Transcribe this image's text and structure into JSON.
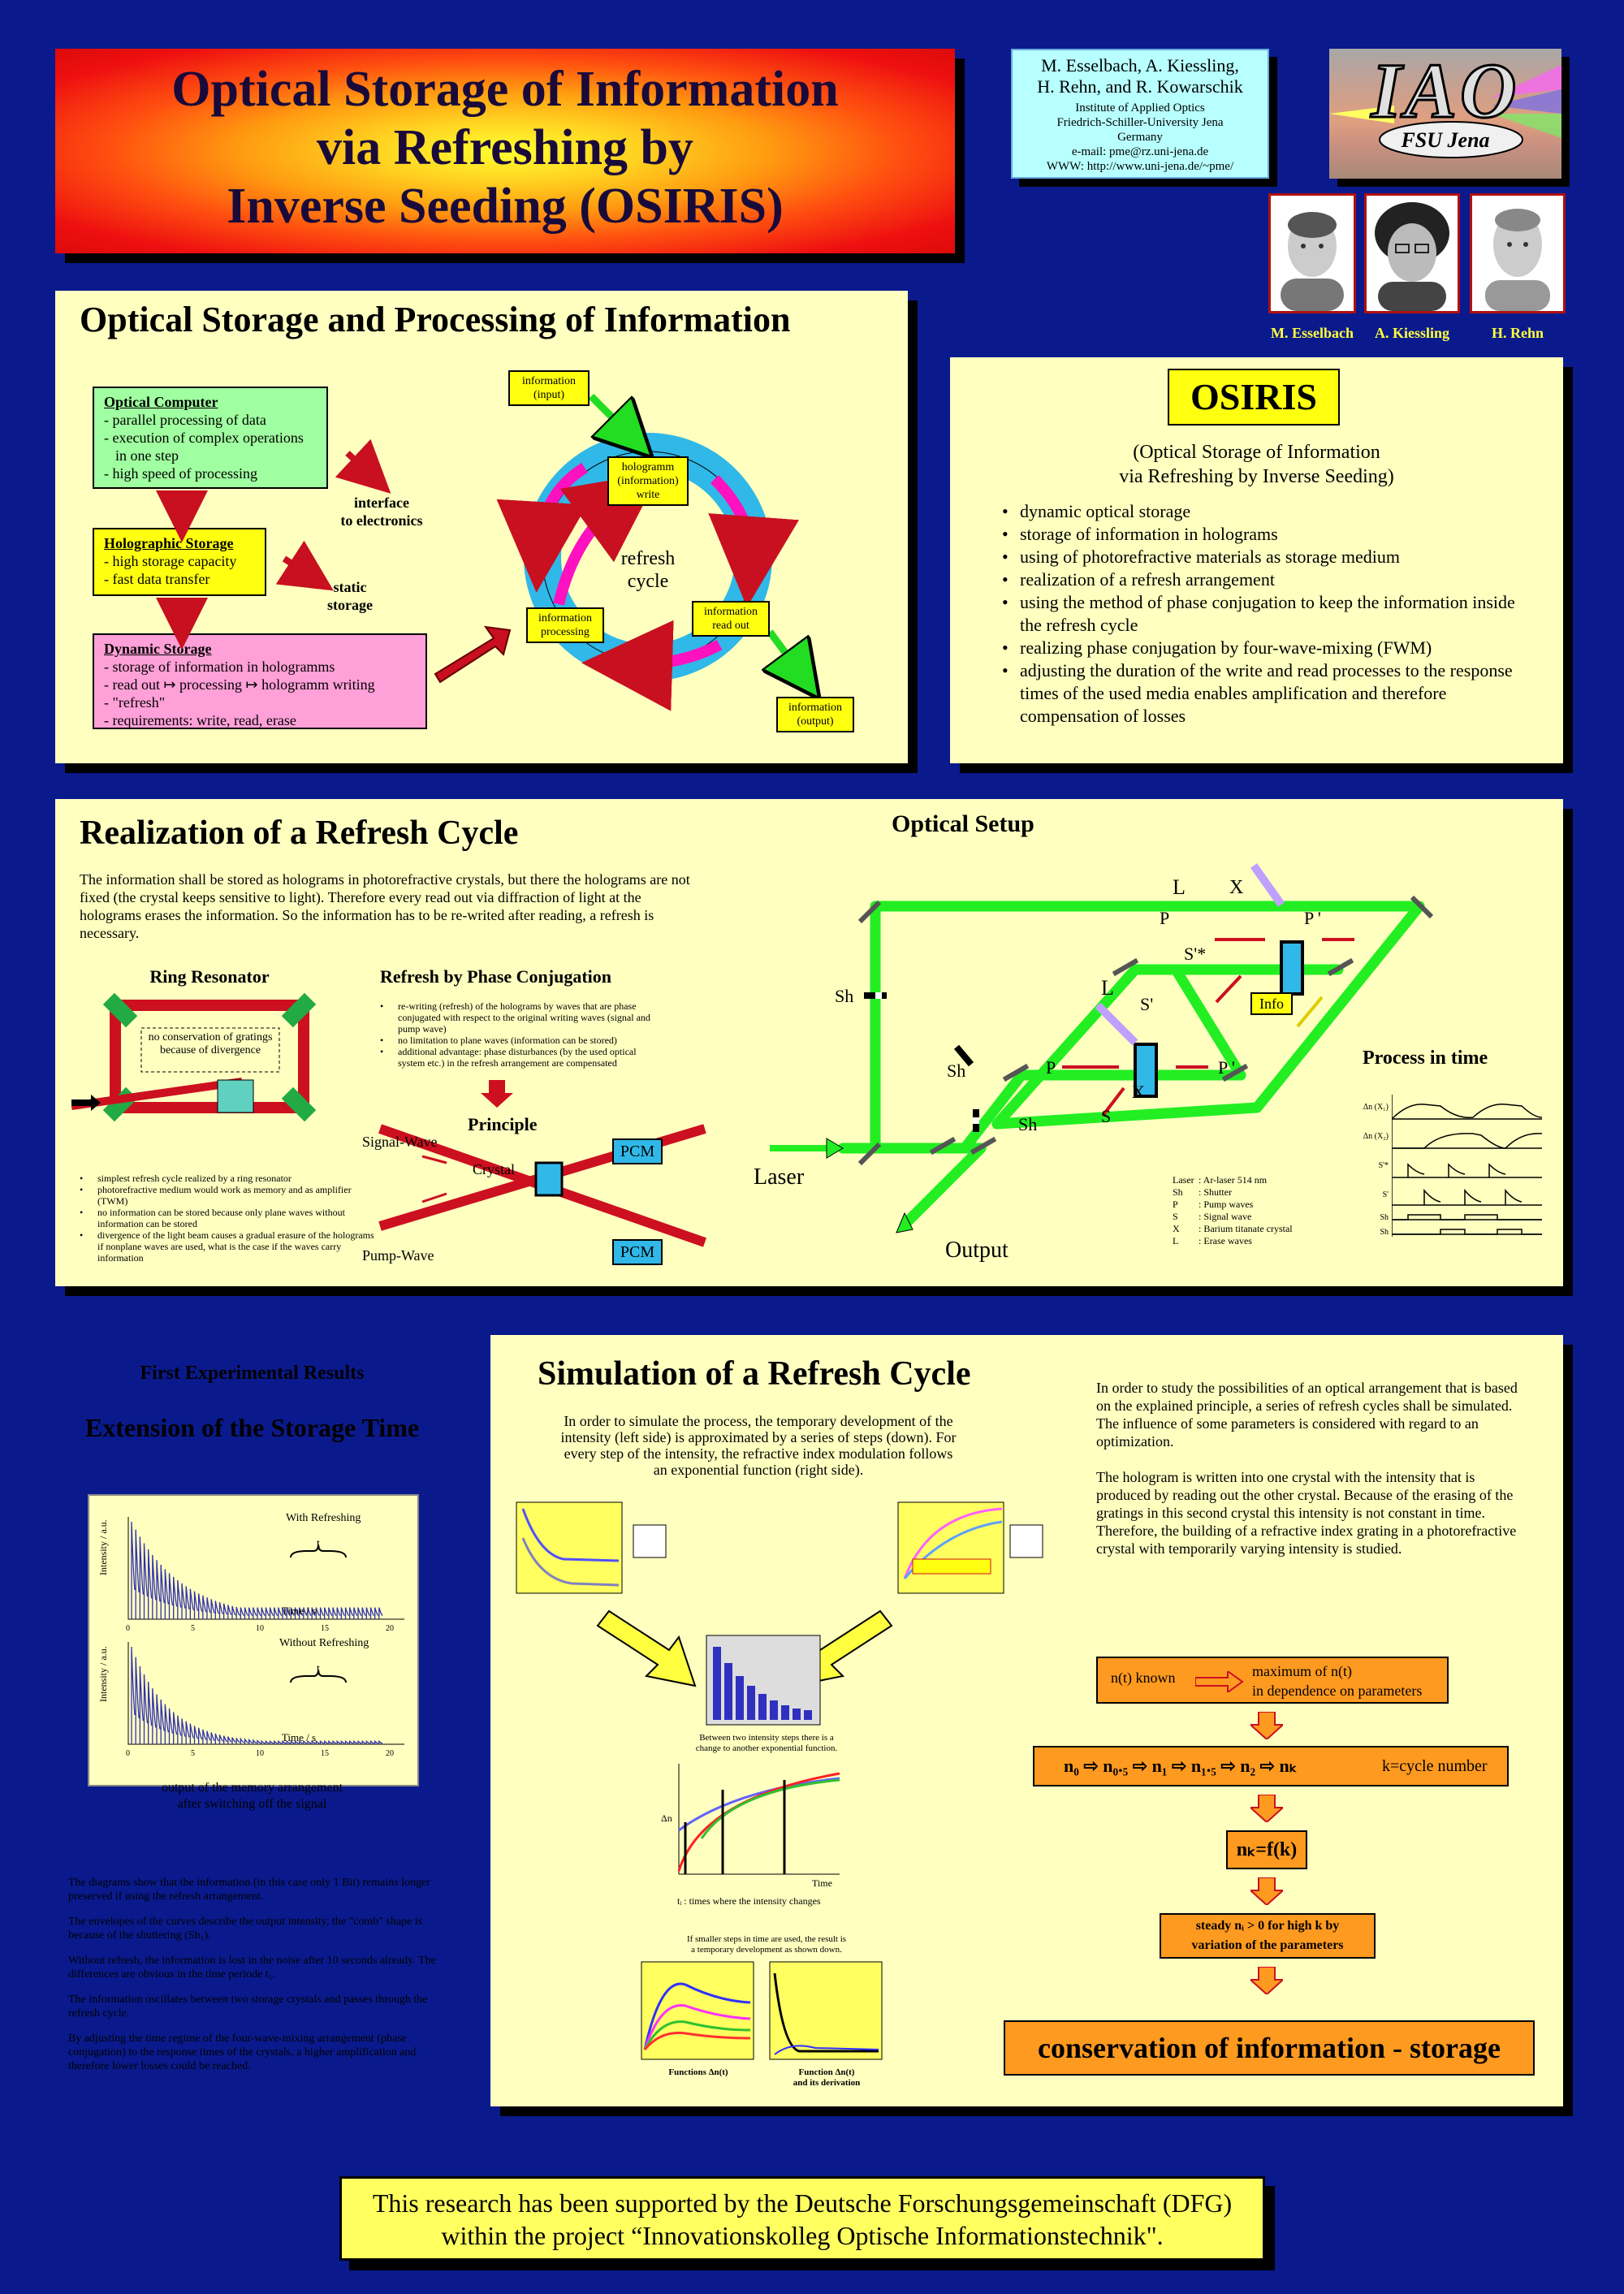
{
  "title": {
    "line1": "Optical Storage of Information",
    "line2": "via Refreshing by",
    "line3": "Inverse Seeding (OSIRIS)"
  },
  "authors": {
    "names1": "M. Esselbach, A. Kiessling,",
    "names2": "H. Rehn, and R. Kowarschik",
    "inst1": "Institute of Applied Optics",
    "inst2": "Friedrich-Schiller-University Jena",
    "inst3": "Germany",
    "email": "e-mail: pme@rz.uni-jena.de",
    "www": "WWW: http://www.uni-jena.de/~pme/"
  },
  "logo": {
    "text": "IAO",
    "sub": "FSU Jena"
  },
  "photos": {
    "p1": "M. Esselbach",
    "p2": "A. Kiessling",
    "p3": "H. Rehn"
  },
  "section1": {
    "heading": "Optical Storage and Processing of Information",
    "optical_computer": {
      "title": "Optical Computer",
      "items": [
        "- parallel processing of data",
        "- execution of complex operations",
        "  in one step",
        "- high speed of processing"
      ]
    },
    "holographic_storage": {
      "title": "Holographic Storage",
      "items": [
        "- high storage capacity",
        "- fast data transfer"
      ]
    },
    "dynamic_storage": {
      "title": "Dynamic Storage",
      "items": [
        "- storage of information in hologramms",
        "- read out  ↦ processing  ↦ hologramm writing",
        "- \"refresh\"",
        "- requirements: write, read, erase"
      ]
    },
    "interface": "interface\nto electronics",
    "static": "static\nstorage",
    "cycle": {
      "center": "refresh\ncycle",
      "input": "information\n(input)",
      "write": "hologramm\n(information)\nwrite",
      "processing": "information\nprocessing",
      "readout": "information\nread out",
      "output": "information\n(output)"
    }
  },
  "osiris": {
    "title": "OSIRIS",
    "subtitle1": "(Optical Storage of Information",
    "subtitle2": "via Refreshing by Inverse Seeding)",
    "bullets": [
      "dynamic optical storage",
      "storage of information in holograms",
      "using of photorefractive materials as storage medium",
      "realization of a refresh arrangement",
      "using the method of phase conjugation to keep the information inside the refresh cycle",
      "realizing phase conjugation by four-wave-mixing (FWM)",
      "adjusting the duration of the write and read processes to the response times of the used media enables amplification and therefore compensation of losses"
    ]
  },
  "section2": {
    "heading": "Realization of a Refresh Cycle",
    "intro": "The information shall be stored as holograms in photorefractive crystals, but there the holograms are not fixed (the crystal keeps sensitive to light). Therefore every read out via diffraction of light at the holograms erases the information. So the information has to be re-writed after reading, a refresh is necessary.",
    "ring": {
      "heading": "Ring Resonator",
      "note": "no conservation of gratings\nbecause of divergence",
      "bullets": [
        "simplest refresh cycle realized by a ring resonator",
        "photorefractive medium would work as memory and as amplifier (TWM)",
        "no information can be stored because only plane waves without information can be stored",
        "divergence of the light beam causes a gradual erasure of the holograms if nonplane waves are used, what is the case if the waves carry information"
      ]
    },
    "pc": {
      "heading": "Refresh by Phase Conjugation",
      "bullets": [
        "re-writing (refresh) of the holograms by waves that are phase conjugated with respect to the original writing waves (signal and pump wave)",
        "no limitation to plane waves (information can be stored)",
        "additional advantage:  phase disturbances (by the used optical system etc.) in the refresh arrangement are compensated"
      ],
      "principle": "Principle",
      "signal": "Signal-Wave",
      "pump": "Pump-Wave",
      "crystal": "Crystal",
      "pcm": "PCM"
    },
    "setup": {
      "heading": "Optical Setup",
      "laser": "Laser",
      "output": "Output",
      "info": "Info",
      "L": "L",
      "X": "X",
      "P": "P",
      "Pp": "P '",
      "Sstar": "S'*",
      "Sp": "S'",
      "S": "S",
      "Sh": "Sh",
      "legend": [
        [
          "Laser",
          ": Ar-laser 514 nm"
        ],
        [
          "Sh",
          ": Shutter"
        ],
        [
          "P",
          ": Pump waves"
        ],
        [
          "S",
          ": Signal wave"
        ],
        [
          "X",
          ": Barium titanate crystal"
        ],
        [
          "L",
          ": Erase waves"
        ]
      ]
    },
    "process": {
      "heading": "Process in time",
      "labels": [
        "Δn (X₁)",
        "Δn (X₂)",
        "S'*",
        "S'",
        "Sh",
        "Sh"
      ]
    }
  },
  "section3": {
    "heading1": "First Experimental Results",
    "heading2": "Extension of the Storage Time",
    "chart_with": "With Refreshing",
    "chart_without": "Without Refreshing",
    "t_label": "t",
    "ylabel": "Intensity / a.u.",
    "xlabel": "Time / s",
    "xticks": [
      "0",
      "5",
      "10",
      "15",
      "20"
    ],
    "caption": "output of the memory arrangement\nafter switching off the signal",
    "paras": [
      "The diagrams  show that the information (in this case only 1 Bit) remains longer preserved if using the refresh arrangement.",
      "The envelopes of the curves describe the output intensity, the \"comb\" shape is because of the shuttering (Sh₁).",
      "Without refresh, the information is lost in the noise after 10 seconds already. The differences are obvious in the time periode t₁.",
      "The information oscillates between two storage crystals and passes through the refresh cycle.",
      "By adjusting the time regime of the four-wave-mixing arrangement (phase conjugation) to the response times of the crystals, a higher amplification and therefore lower losses could be reached."
    ]
  },
  "section4": {
    "heading": "Simulation of a Refresh Cycle",
    "intro": "In order to simulate the process, the temporary development of the intensity (left side) is approximated by a series of steps (down). For every step of the intensity, the refractive index modulation follows an exponential function (right side).",
    "between": "Between two intensity steps there is a\nchange to another exponential function.",
    "times": "tᵢ : times where the intensity changes",
    "smaller": "If smaller steps in time are used, the result is\na temporary development as shown down.",
    "func1": "Functions Δn(t)",
    "func2": "Function Δn(t)\nand its derivation",
    "right_p1": "In order to study the possibilities of an optical arrangement that is based on the explained principle, a series of refresh cycles shall be simulated. The influence of some parameters is considered with regard to an optimization.",
    "right_p2": "The hologram is written into one crystal with the intensity that is produced by reading out the other crystal. Because of the erasing of the gratings in this second crystal this intensity is not constant in time.\nTherefore, the building of a refractive index grating in a photorefractive crystal with temporarily varying intensity is studied.",
    "flow": {
      "known": "n(t) known",
      "maximum": "maximum of n(t)\nin dependence on parameters",
      "sequence": "n₀ ⇨ n₀.₅ ⇨ n₁ ⇨ n₁.₅ ⇨ n₂ ⇨ nₖ",
      "cycle": "k=cycle number",
      "nk": "nₖ=f(k)",
      "steady": "steady   nᵢ > 0   for high k by\nvariation of the parameters",
      "conservation": "conservation of information - storage"
    },
    "time_axis": "Time",
    "dn": "Δn"
  },
  "footer": {
    "line1": "This research has been supported by the Deutsche Forschungsgemeinschaft (DFG)",
    "line2": "within the project “Innovationskolleg Optische Informationstechnik\"."
  },
  "colors": {
    "background": "#0a1a8c",
    "panel": "#ffffc0",
    "green_beam": "#22ee22",
    "red_arrow": "#cc1020",
    "magenta": "#ff10c0",
    "cyan": "#30b8e8",
    "orange": "#ff9a20"
  }
}
